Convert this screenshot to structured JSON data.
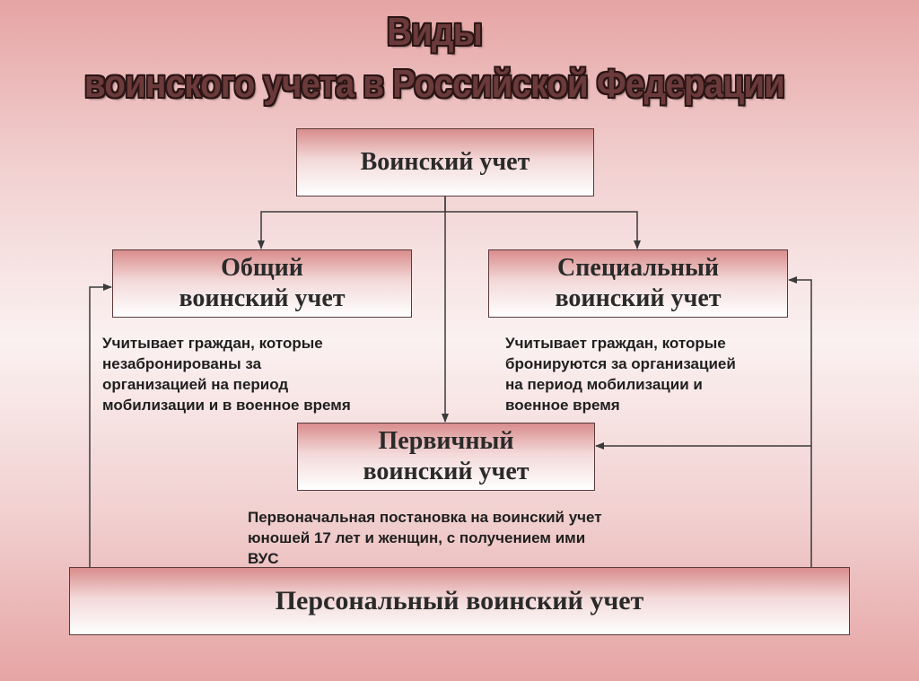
{
  "title": {
    "line1": "Виды",
    "line2": "воинского учета в Российской Федерации"
  },
  "boxes": {
    "root": "Воинский учет",
    "general": "Общий\nвоинский учет",
    "special": "Специальный\nвоинский учет",
    "primary": "Первичный\nвоинский учет",
    "personal": "Персональный воинский учет"
  },
  "descriptions": {
    "general": "Учитывает граждан, которые\nнезабронированы за\nорганизацией на период\nмобилизации и в военное время",
    "special": "Учитывает граждан, которые\nбронируются за организацией\nна период мобилизации и\nвоенное время",
    "primary": "Первоначальная постановка на воинский учет\nюношей 17 лет и женщин, с получением ими\nВУС"
  },
  "colors": {
    "box_border": "#5a3a3a",
    "connector": "#3a3a3a",
    "title_fill": "#6b3a3a"
  }
}
